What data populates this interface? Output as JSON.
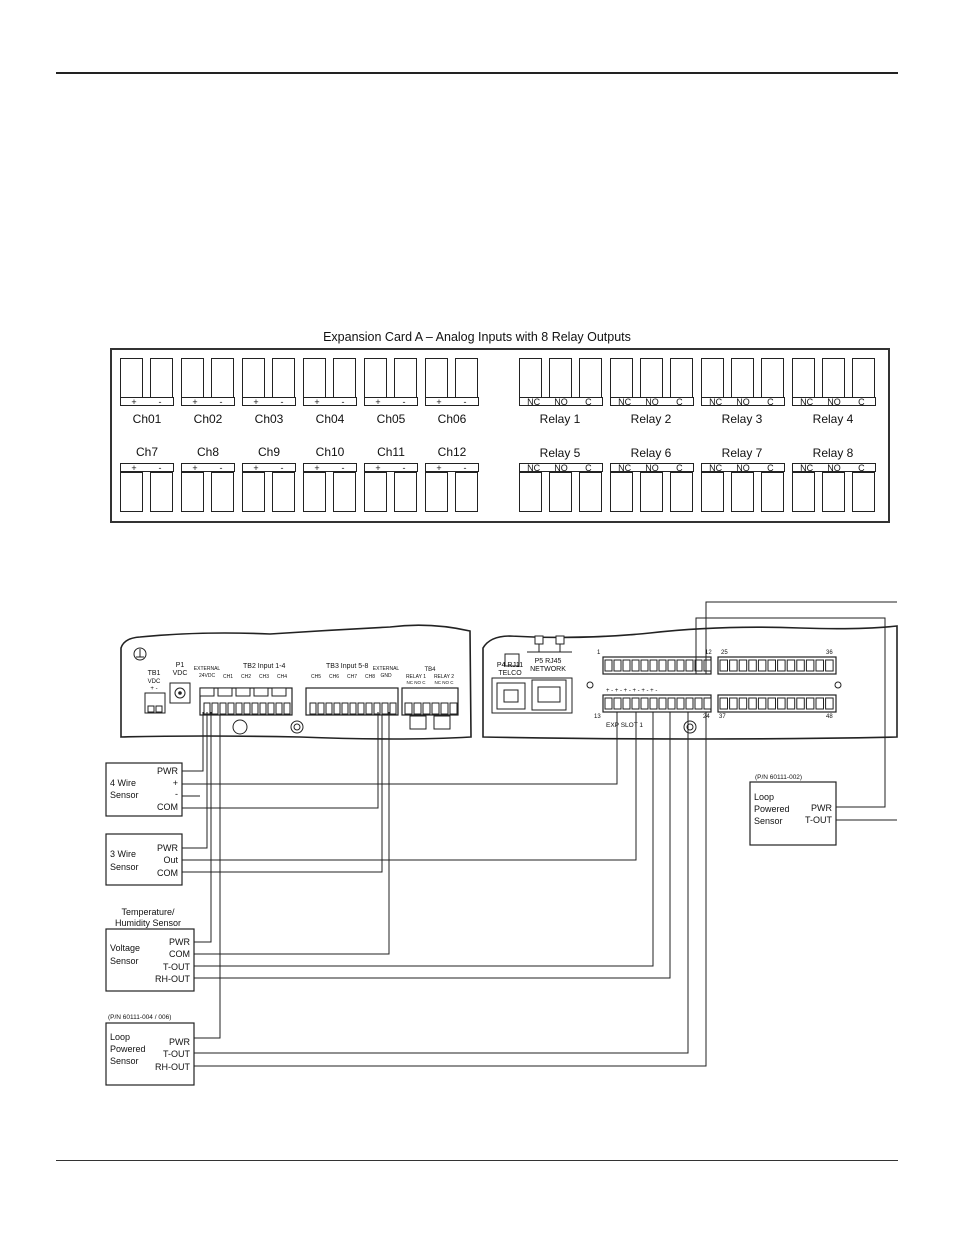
{
  "card": {
    "title": "Expansion Card A – Analog Inputs with 8 Relay Outputs",
    "top_channels": [
      "Ch01",
      "Ch02",
      "Ch03",
      "Ch04",
      "Ch05",
      "Ch06"
    ],
    "bottom_channels": [
      "Ch7",
      "Ch8",
      "Ch9",
      "Ch10",
      "Ch11",
      "Ch12"
    ],
    "top_relays": [
      "Relay 1",
      "Relay 2",
      "Relay 3",
      "Relay 4"
    ],
    "bottom_relays": [
      "Relay 5",
      "Relay 6",
      "Relay 7",
      "Relay 8"
    ],
    "plus": "+",
    "minus": "-",
    "nc": "NC",
    "no": "NO",
    "c": "C"
  },
  "board": {
    "tb1": "TB1",
    "tb1_vdc": "VDC",
    "tb1_pm": "+ -",
    "p1": "P1",
    "p1_vdc": "VDC",
    "tb2_external": "EXTERNAL",
    "tb2_vdc": "24VDC",
    "tb2_title": "TB2 Input 1-4",
    "tb2_channels": [
      "CH1",
      "CH2",
      "CH3",
      "CH4"
    ],
    "tb3_title": "TB3 Input 5-8",
    "tb3_channels": [
      "CH5",
      "CH6",
      "CH7",
      "CH8"
    ],
    "tb3_external": "EXTERNAL",
    "tb3_gnd": "GND",
    "tb4": "TB4",
    "tb4_relay1": "RELAY 1",
    "tb4_relay2": "RELAY 2",
    "tb4_contacts1": "NC NO C",
    "tb4_contacts2": "NC NO C",
    "p4": "P4 RJ11",
    "p4_sub": "TELCO",
    "p5": "P5 RJ45",
    "p5_sub": "NETWORK",
    "exp_slot": "EXP SLOT 1",
    "pin_labels": [
      "1",
      "12",
      "25",
      "36",
      "13",
      "24",
      "37",
      "48"
    ]
  },
  "sensors": {
    "four_wire": {
      "name": [
        "4 Wire",
        "Sensor"
      ],
      "terminals": [
        "PWR",
        "+",
        "-",
        "COM"
      ]
    },
    "three_wire": {
      "name": [
        "3 Wire",
        "Sensor"
      ],
      "terminals": [
        "PWR",
        "Out",
        "COM"
      ]
    },
    "temp_humidity": {
      "heading": [
        "Temperature/",
        "Humidity Sensor"
      ],
      "name": [
        "Voltage",
        "Sensor"
      ],
      "terminals": [
        "PWR",
        "COM",
        "T-OUT",
        "RH-OUT"
      ]
    },
    "loop_rh": {
      "part_number": "(P/N 60111-004 / 006)",
      "name": [
        "Loop",
        "Powered",
        "Sensor"
      ],
      "terminals": [
        "PWR",
        "T-OUT",
        "RH-OUT"
      ]
    },
    "loop_t": {
      "part_number": "(P/N 60111-002)",
      "name": [
        "Loop",
        "Powered",
        "Sensor"
      ],
      "terminals": [
        "PWR",
        "T-OUT"
      ]
    }
  }
}
